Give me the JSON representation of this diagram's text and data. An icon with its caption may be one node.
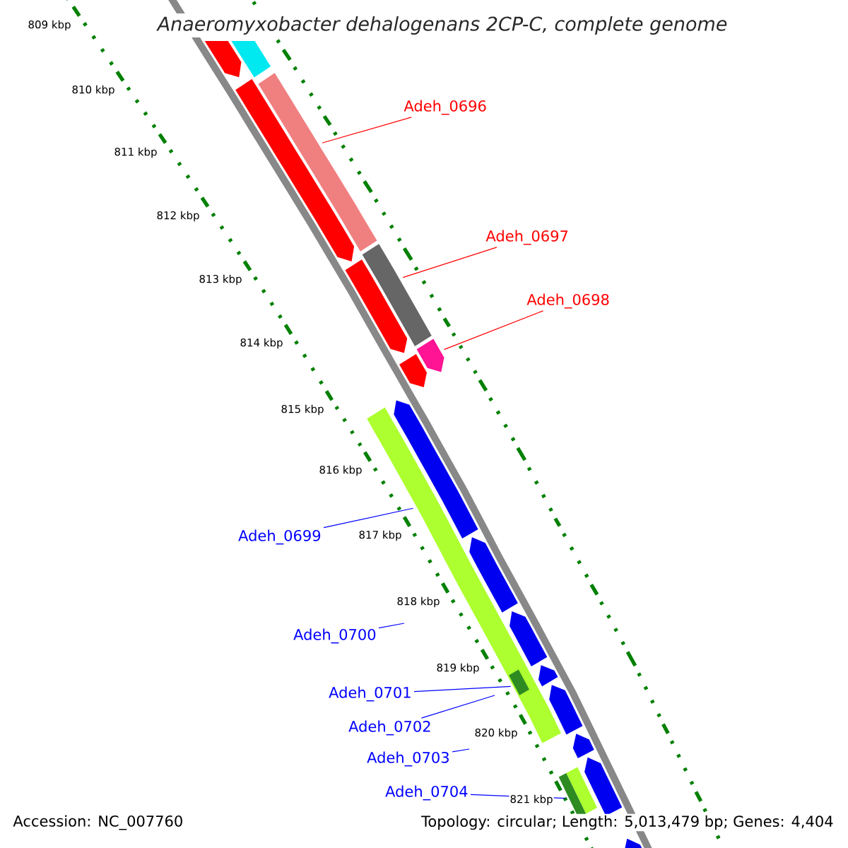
{
  "diagram": {
    "title": "Anaeromyxobacter dehalogenans 2CP-C, complete genome",
    "nodes": [
      {
        "text": [
          "Adeh_0696"
        ]
      },
      {
        "text": [
          "Adeh_0697"
        ]
      },
      {
        "text": [
          "Adeh_0698"
        ]
      },
      {
        "text": [
          "Adeh_0699"
        ]
      },
      {
        "text": [
          "Adeh_0700"
        ]
      },
      {
        "text": [
          "Adeh_0701"
        ]
      },
      {
        "text": [
          "Adeh_0702"
        ]
      },
      {
        "text": [
          "Adeh_0703"
        ]
      },
      {
        "text": [
          "Adeh_0704"
        ]
      },
      {
        "text": [],
        "shape": "bar"
      },
      {
        "text": [],
        "shape": "bar"
      },
      {
        "text": [],
        "shape": "bar"
      },
      {
        "text": [],
        "shape": "bar"
      },
      {
        "text": [],
        "shape": "bar"
      },
      {
        "text": [],
        "shape": "bar"
      },
      {
        "text": [],
        "shape": "bar"
      },
      {
        "text": [],
        "shape": "bar"
      },
      {
        "text": [],
        "shape": "bar"
      },
      {
        "text": [],
        "shape": "bar"
      },
      {
        "text": [],
        "shape": "bar"
      },
      {
        "text": [],
        "shape": "bar"
      },
      {
        "text": [],
        "shape": "bar"
      },
      {
        "text": [],
        "shape": "bar"
      },
      {
        "text": [],
        "shape": "bar"
      },
      {
        "text": [],
        "shape": "bar"
      },
      {
        "text": [],
        "shape": "bar"
      },
      {
        "text": [],
        "shape": "bar",
        "in": 25
      },
      {
        "text": [],
        "shape": "bar"
      },
      {
        "text": [],
        "shape": "bar"
      }
    ],
    "edges": [
      {
        "from": 0,
        "to": 14,
        "arrow": "none",
        "color": "#ff0000"
      },
      {
        "from": 1,
        "to": 15,
        "arrow": "none",
        "color": "#ff0000"
      },
      {
        "from": 2,
        "to": 16,
        "arrow": "none",
        "color": "#ff0000"
      },
      {
        "from": 3,
        "to": 25,
        "arrow": "none"
      },
      {
        "from": 4,
        "to": null,
        "arrow": "none"
      },
      {
        "from": 5,
        "to": 26,
        "arrow": "none"
      },
      {
        "from": 6,
        "to": null,
        "arrow": "none"
      },
      {
        "from": 7,
        "to": null,
        "arrow": "none"
      },
      {
        "from": 8,
        "to": 28,
        "arrow": "none"
      }
    ],
    "labels": [
      "809 kbp",
      "810 kbp",
      "811 kbp",
      "812 kbp",
      "813 kbp",
      "814 kbp",
      "815 kbp",
      "816 kbp",
      "817 kbp",
      "818 kbp",
      "819 kbp",
      "820 kbp",
      "821 kbp",
      "Accession: NC_007760",
      "Topology: circular; Length: 5,013,479 bp; Genes: 4,404"
    ]
  }
}
